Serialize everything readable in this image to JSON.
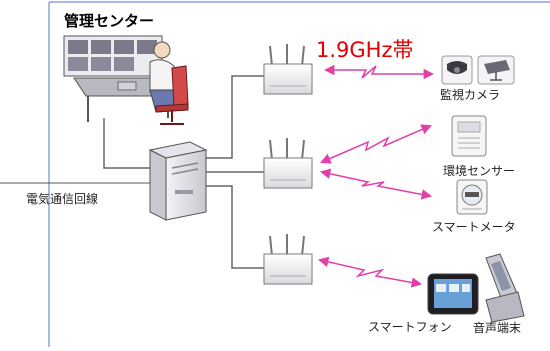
{
  "center": {
    "title": "管理センター"
  },
  "band": {
    "label": "1.9GHz帯"
  },
  "line": {
    "label": "電気通信回線"
  },
  "devices": {
    "camera": "監視カメラ",
    "env_sensor": "環境センサー",
    "smart_meter": "スマートメータ",
    "smartphone": "スマートフォン",
    "voice_terminal": "音声端末"
  },
  "colors": {
    "frame": "#8aa6d4",
    "connector": "#666666",
    "wireless": "#e040a8",
    "band_text": "#e00000"
  }
}
